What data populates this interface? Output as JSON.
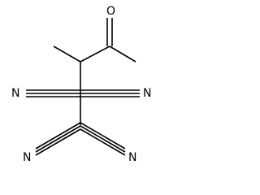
{
  "molecule": {
    "atom_labels": {
      "oxygen": "O",
      "nitrogen_1": "N",
      "nitrogen_2": "N",
      "nitrogen_3": "N",
      "nitrogen_4": "N"
    }
  },
  "colors": {
    "bond": "#000000",
    "label": "#000000",
    "background": "#ffffff"
  }
}
